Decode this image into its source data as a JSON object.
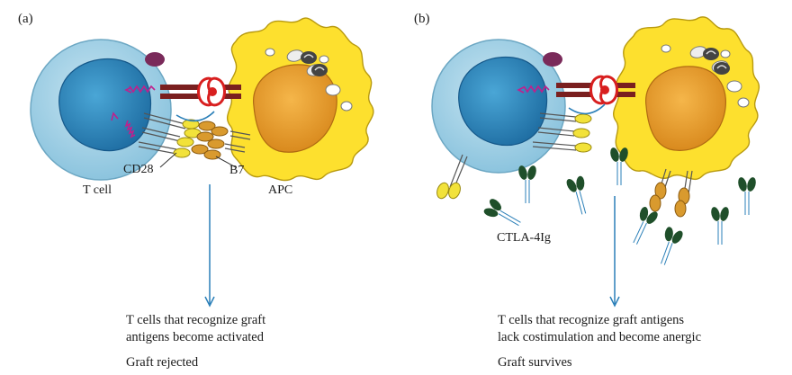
{
  "panel_a": {
    "label": "(a)",
    "t_cell_label": "T cell",
    "apc_label": "APC",
    "cd28_label": "CD28",
    "b7_label": "B7",
    "caption_line1": "T cells that recognize graft",
    "caption_line2": "antigens become activated",
    "outcome": "Graft rejected"
  },
  "panel_b": {
    "label": "(b)",
    "ctla4_label": "CTLA-4Ig",
    "caption_line1": "T cells that recognize graft antigens",
    "caption_line2": "lack costimulation and become anergic",
    "outcome": "Graft survives"
  },
  "colors": {
    "t_cell_outer": "#a9d3e6",
    "t_cell_nucleus": "#2f8fc4",
    "apc_body": "#fde02e",
    "apc_nucleus": "#e8a027",
    "mhc": "#7a1f1f",
    "tcr_red": "#d81f1f",
    "cd28_yellow": "#f2e23a",
    "b7_orange": "#d99a2e",
    "ctla4_green": "#1f4f2a",
    "arrow_blue": "#2a7fb8",
    "signal_magenta": "#c0208c"
  }
}
